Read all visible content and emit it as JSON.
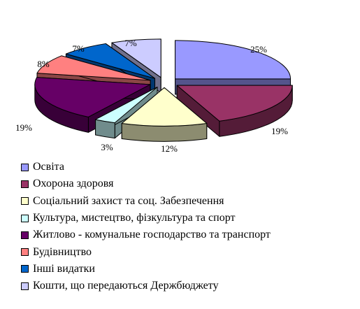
{
  "chart_data": {
    "type": "pie",
    "title": "",
    "categories": [
      "Освіта",
      "Охорона здоровя",
      "Соціальний захист та соц. Забезпечення",
      "Культура, мистецтво, фізкультура та спорт",
      "Житлово - комунальне господарство та транспорт",
      "Будівництво",
      "Інші видатки",
      "Кошти, що передаються Держбюджету"
    ],
    "values": [
      25,
      19,
      12,
      3,
      19,
      8,
      7,
      7
    ],
    "labels": [
      "25%",
      "19%",
      "12%",
      "3%",
      "19%",
      "8%",
      "7%",
      "7%"
    ],
    "colors": [
      "#9999ff",
      "#993366",
      "#ffffcc",
      "#ccffff",
      "#660066",
      "#ff8080",
      "#0066cc",
      "#ccccff"
    ],
    "exploded": true,
    "three_d": true,
    "legend_position": "bottom-left"
  }
}
